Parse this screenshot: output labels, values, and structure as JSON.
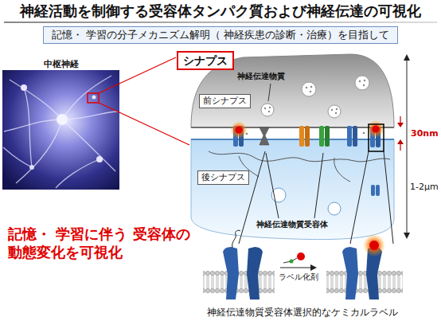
{
  "diagram": {
    "title": "神経活動を制御する受容体タンパク質および神経伝達の可視化",
    "nodes": [
      {
        "text": [
          "記憶・ 学習の分子メカニズム解明（ 神経疾患の診断・治療）を目指して"
        ]
      },
      {
        "text": [
          "シナプス"
        ]
      },
      {
        "text": [
          "前シナプス"
        ]
      },
      {
        "text": [
          "後シナプス"
        ]
      }
    ],
    "labels": [
      "中枢神経",
      "神経伝達物質",
      "神経伝達物質受容体",
      "30nm",
      "1-2μm",
      "記憶・ 学習に伴う 受容体の動態変化を可視化",
      "ラベル化剤",
      "神経伝達物質受容体選択的なケミカルラベル"
    ]
  }
}
